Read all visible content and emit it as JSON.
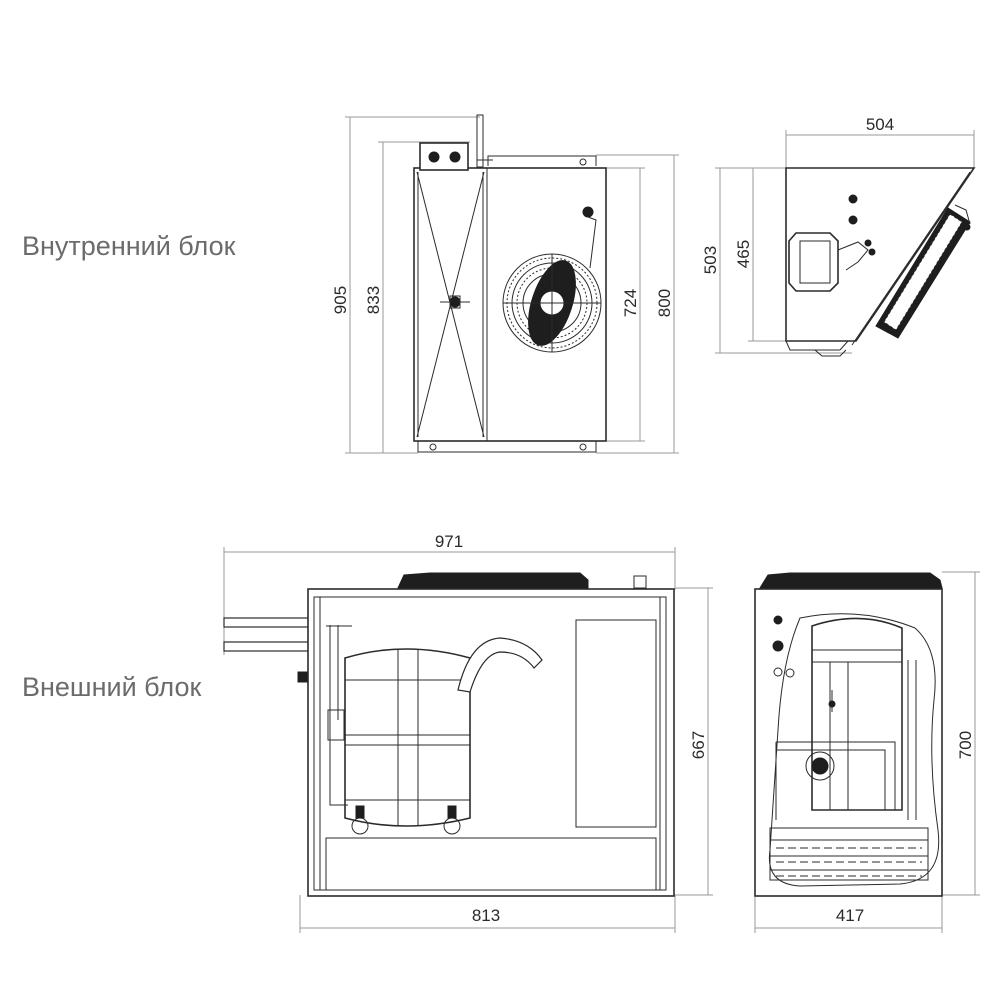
{
  "labels": {
    "indoor_unit": "Внутренний блок",
    "outdoor_unit": "Внешний блок"
  },
  "indoor_front": {
    "dim_total_height": "905",
    "dim_body_height": "833",
    "dim_panel_height": "724",
    "dim_right_height": "800"
  },
  "indoor_side": {
    "dim_width": "504",
    "dim_height_outer": "503",
    "dim_height_inner": "465"
  },
  "outdoor_front": {
    "dim_overall_width": "971",
    "dim_body_width": "813",
    "dim_height": "667"
  },
  "outdoor_side": {
    "dim_depth": "417",
    "dim_height": "700"
  },
  "colors": {
    "label_gray": "#6b6b6b",
    "line": "#2b2b2b",
    "dim_line": "#9a9a9a"
  }
}
